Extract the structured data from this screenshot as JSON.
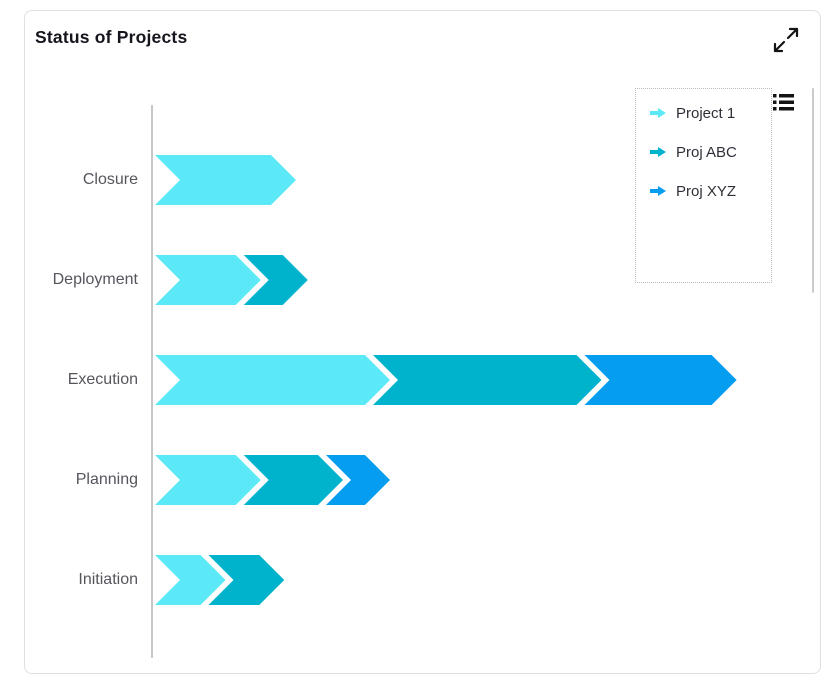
{
  "header": {
    "title": "Status of Projects"
  },
  "icons": {
    "expand": "expand-icon",
    "legend_list": "list-icon",
    "legend_marker": "arrow-right-icon"
  },
  "colors": {
    "card_border": "#e0e0e0",
    "axis_line": "#b3b3b3",
    "title_text": "#15151e",
    "category_text": "#55555e",
    "legend_text": "#2f2f38",
    "icon_black": "#141414"
  },
  "chart_data": {
    "type": "bar",
    "subtype": "horizontal-stacked-chevron-arrows",
    "title": "Status of Projects",
    "orientation": "horizontal",
    "categories": [
      "Closure",
      "Deployment",
      "Execution",
      "Planning",
      "Initiation"
    ],
    "series": [
      {
        "name": "Project 1",
        "color": "#5ce9f7",
        "values": [
          6,
          4.5,
          10,
          4.5,
          3
        ]
      },
      {
        "name": "Proj ABC",
        "color": "#00b3cd",
        "values": [
          0,
          2,
          9,
          3.5,
          2.5
        ]
      },
      {
        "name": "Proj XYZ",
        "color": "#049df0",
        "values": [
          0,
          0,
          5.75,
          2,
          0
        ]
      }
    ],
    "xlim": [
      0,
      25.75
    ],
    "x_axis_visible": false,
    "y_axis_visible": true,
    "gridlines": false,
    "legend_position": "top-right"
  }
}
